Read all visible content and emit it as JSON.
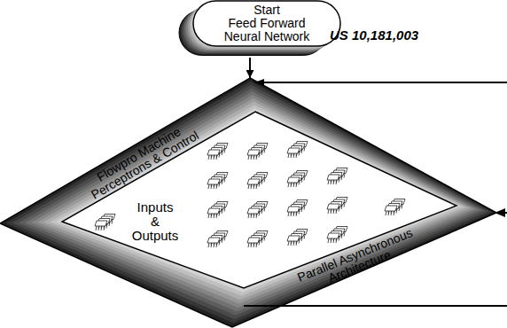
{
  "diagram": {
    "nodes": [
      {
        "text": [
          "Start",
          "Feed Forward Neural Network"
        ]
      },
      {
        "text": [
          "Flowpro Machine Perceptrons & Control",
          "Inputs & Outputs",
          "Parallel Asynchronous Architecture"
        ]
      }
    ],
    "edges": [
      {
        "from": 0,
        "to": 1,
        "arrow": "to"
      }
    ],
    "labels": [
      "US 10,181,003"
    ]
  }
}
